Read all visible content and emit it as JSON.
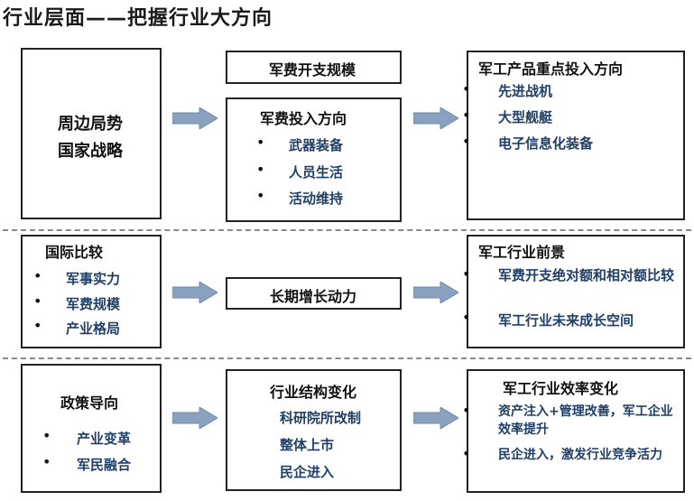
{
  "title": "行业层面——把握行业大方向",
  "row1": {
    "left_lines": [
      "周边局势",
      "国家战略"
    ],
    "mid_top": "军费开支规模",
    "mid_title": "军费投入方向",
    "mid_items": [
      "武器装备",
      "人员生活",
      "活动维持"
    ],
    "right_title": "军工产品重点投入方向",
    "right_items": [
      "先进战机",
      "大型舰艇",
      "电子信息化装备"
    ]
  },
  "row2": {
    "left_title": "国际比较",
    "left_items": [
      "军事实力",
      "军费规模",
      "产业格局"
    ],
    "mid_title": "长期增长动力",
    "right_title": "军工行业前景",
    "right_items": [
      "军费开支绝对额和相对额比较",
      "军工行业未来成长空间"
    ]
  },
  "row3": {
    "left_title": "政策导向",
    "left_items": [
      "产业变革",
      "军民融合"
    ],
    "mid_title": "行业结构变化",
    "mid_items": [
      "科研院所改制",
      "整体上市",
      "民企进入"
    ],
    "right_title": "军工行业效率变化",
    "right_items": [
      "资产注入+管理改善，军工企业效率提升",
      "民企进入，激发行业竞争活力"
    ]
  },
  "colors": {
    "arrow": "#8aa2bf",
    "arrow_edge": "#6f88a8",
    "text_blue": "#1f3f66"
  }
}
